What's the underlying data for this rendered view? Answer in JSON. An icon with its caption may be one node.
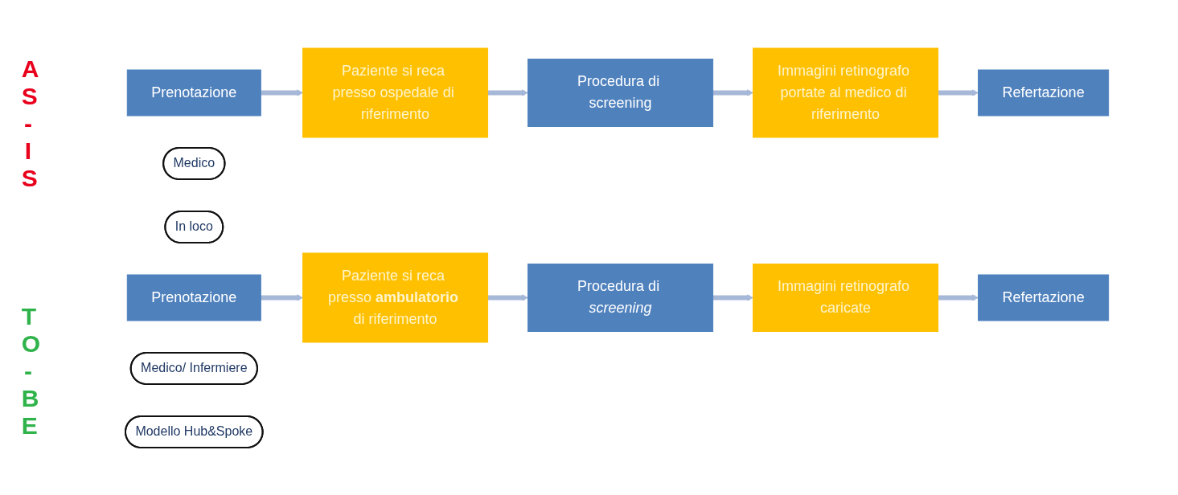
{
  "diagram": {
    "nodes": [
      {
        "text": [
          "Prenotazione"
        ]
      },
      {
        "text": [
          "Paziente si reca presso ospedale di riferimento"
        ]
      },
      {
        "text": [
          "Medico"
        ]
      },
      {
        "text": [
          "Procedura di screening"
        ]
      },
      {
        "text": [
          "Immagini retinografo portate al medico di riferimento"
        ]
      },
      {
        "text": [
          "In loco"
        ]
      },
      {
        "text": [
          "Refertazione"
        ]
      },
      {
        "text": [
          "Prenotazione"
        ]
      },
      {
        "text": [
          "Paziente si reca presso **ambulatorio** di riferimento"
        ]
      },
      {
        "text": [
          "Procedura di *screening*"
        ]
      },
      {
        "text": [
          "Immagini retinografo caricate"
        ]
      },
      {
        "text": [
          "Refertazione"
        ]
      },
      {
        "text": [
          "Medico/ Infermiere"
        ]
      },
      {
        "text": [
          "Modello Hub&Spoke"
        ]
      }
    ],
    "edges": [
      {
        "from": 0,
        "to": 1,
        "arrow": "to"
      },
      {
        "from": 1,
        "to": 3,
        "arrow": "to"
      },
      {
        "from": 3,
        "to": 4,
        "arrow": "to"
      },
      {
        "from": 4,
        "to": 6,
        "arrow": "to"
      },
      {
        "from": 7,
        "to": 8,
        "arrow": "to"
      },
      {
        "from": 8,
        "to": 9,
        "arrow": "to"
      },
      {
        "from": 9,
        "to": 10,
        "arrow": "to"
      },
      {
        "from": 10,
        "to": 11,
        "arrow": "to"
      }
    ],
    "labels": [
      "AS-IS",
      "TO-BE"
    ]
  }
}
